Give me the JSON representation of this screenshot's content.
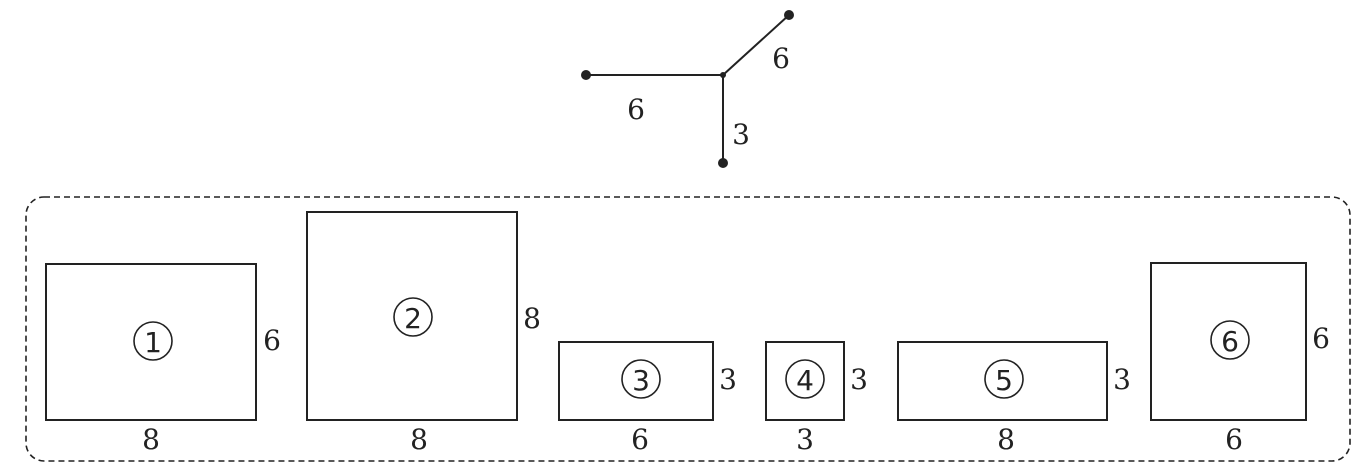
{
  "skeleton": {
    "left_edge_label": "6",
    "diagonal_edge_label": "6",
    "down_edge_label": "3"
  },
  "pieces": [
    {
      "number": "1",
      "width_label": "8",
      "height_label": "6"
    },
    {
      "number": "2",
      "width_label": "8",
      "height_label": "8"
    },
    {
      "number": "3",
      "width_label": "6",
      "height_label": "3"
    },
    {
      "number": "4",
      "width_label": "3",
      "height_label": "3"
    },
    {
      "number": "5",
      "width_label": "8",
      "height_label": "3"
    },
    {
      "number": "6",
      "width_label": "6",
      "height_label": "6"
    }
  ]
}
